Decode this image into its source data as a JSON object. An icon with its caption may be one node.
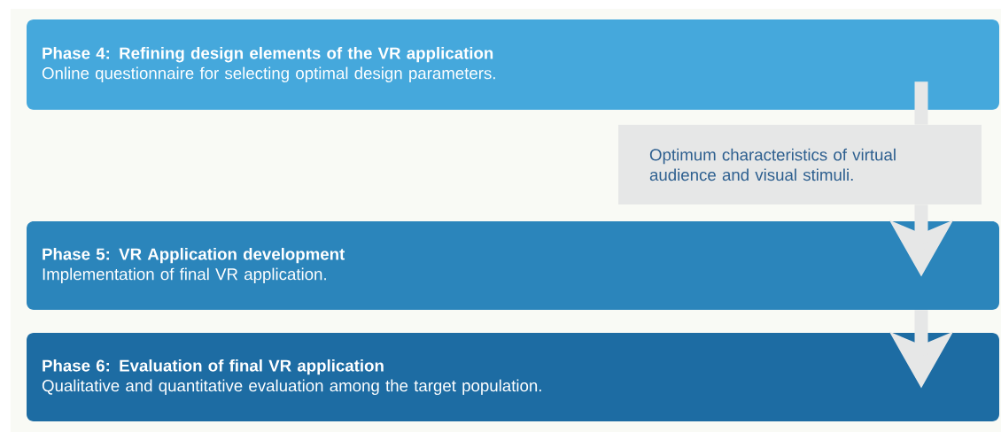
{
  "diagram": {
    "nodes": [
      {
        "text": [
          "Phase 4: Refining design elements of the VR application",
          "Online questionnaire for selecting optimal design parameters."
        ]
      },
      {
        "text": [
          "Optimum characteristics of virtual audience and visual stimuli."
        ]
      },
      {
        "text": [
          "Phase 5: VR Application development",
          "Implementation of final VR application."
        ]
      },
      {
        "text": [
          "Phase 6: Evaluation of final VR application",
          "Qualitative and quantitative evaluation among the target population."
        ]
      }
    ],
    "edges": [
      {
        "from": 0,
        "to": 1,
        "arrow": "none"
      },
      {
        "from": 1,
        "to": 2,
        "arrow": "to"
      },
      {
        "from": 2,
        "to": 3,
        "arrow": "to"
      }
    ]
  }
}
